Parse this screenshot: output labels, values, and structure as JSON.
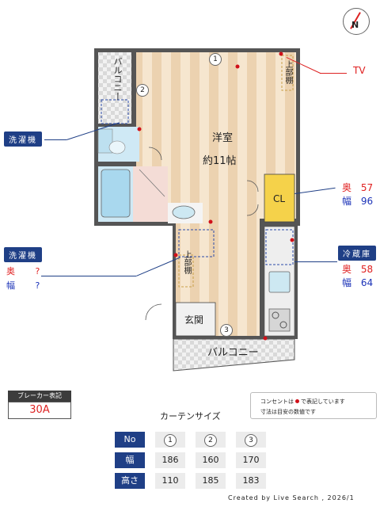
{
  "compass": {
    "north_label": "N"
  },
  "rooms": {
    "western": {
      "name": "洋室",
      "size": "約11帖"
    },
    "entrance": "玄関",
    "closet": "CL",
    "balcony_top": "バルコニー",
    "balcony_bottom": "バルコニー",
    "upper_shelf_top": "上部棚",
    "upper_shelf_mid": "上部棚"
  },
  "window_marks": [
    "1",
    "2",
    "3"
  ],
  "callouts": {
    "tv": "TV",
    "washer_top": {
      "label": "洗濯機"
    },
    "washer_left": {
      "label": "洗濯機",
      "depth_label": "奥",
      "depth_value": "?",
      "width_label": "幅",
      "width_value": "?"
    },
    "closet": {
      "depth_label": "奥",
      "depth_value": "57",
      "width_label": "幅",
      "width_value": "96"
    },
    "fridge": {
      "label": "冷蔵庫",
      "depth_label": "奥",
      "depth_value": "58",
      "width_label": "幅",
      "width_value": "64"
    }
  },
  "breaker": {
    "label": "ブレーカー表記",
    "value": "30A"
  },
  "notes": {
    "line1_a": "コンセントは",
    "line1_b": "で表記しています",
    "line2": "寸法は目安の数値です"
  },
  "curtain_table": {
    "title": "カーテンサイズ",
    "header": {
      "label": "No",
      "cols": [
        "1",
        "2",
        "3"
      ]
    },
    "rows": [
      {
        "label": "幅",
        "values": [
          "186",
          "160",
          "170"
        ]
      },
      {
        "label": "高さ",
        "values": [
          "110",
          "185",
          "183"
        ]
      }
    ]
  },
  "footer": "Created by Live Search , 2026/1"
}
